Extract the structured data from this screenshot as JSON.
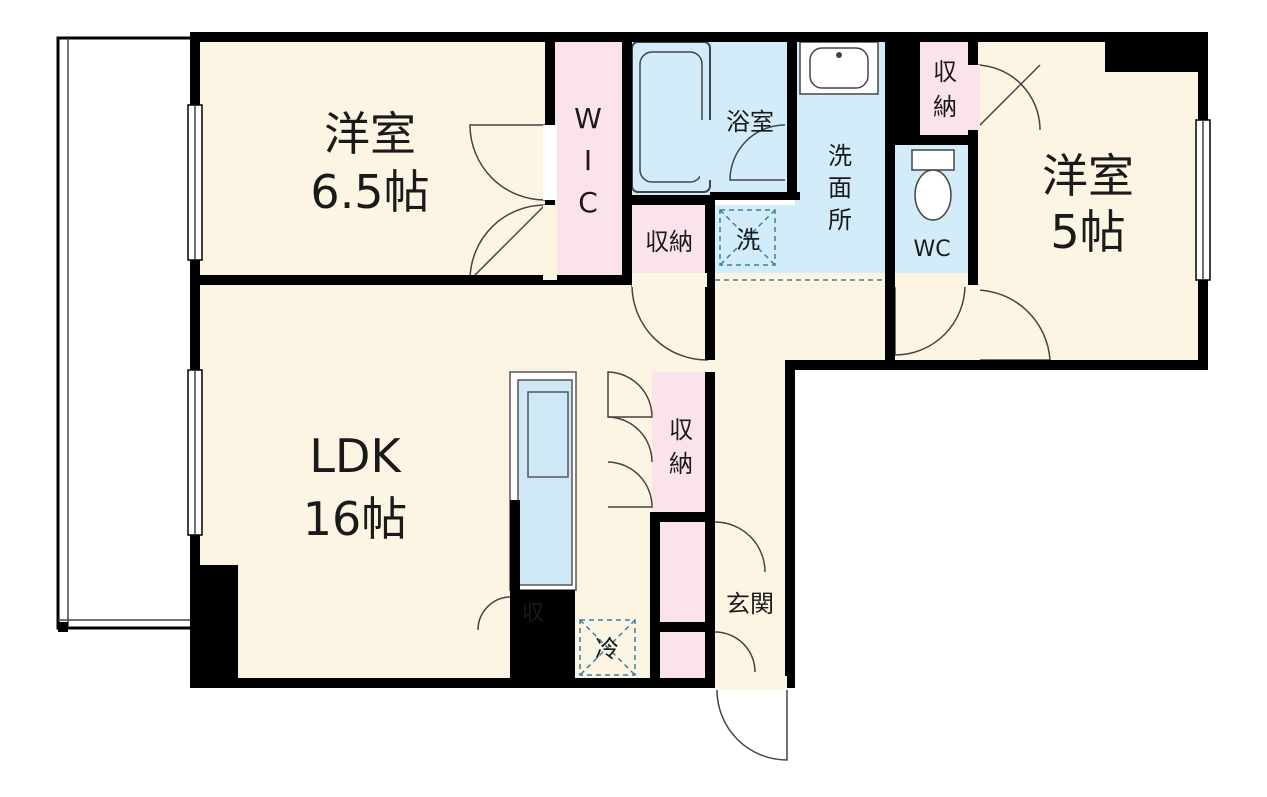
{
  "rooms": {
    "western_room_a": {
      "name": "洋室",
      "size": "6.5帖"
    },
    "western_room_b": {
      "name": "洋室",
      "size": "5帖"
    },
    "ldk": {
      "name": "LDK",
      "size": "16帖"
    },
    "wic": [
      "W",
      "I",
      "C"
    ],
    "bathroom": "浴室",
    "washroom": [
      "洗",
      "面",
      "所"
    ],
    "storage_mid": "収納",
    "laundry": "洗",
    "toilet": "WC",
    "storage_top_right": [
      "収",
      "納"
    ],
    "storage_kitchen": [
      "収",
      "納"
    ],
    "kitchen_storage_small": "収",
    "fridge": "冷",
    "entrance": "玄関"
  },
  "colors": {
    "floor": "#fdf5e3",
    "wet_area": "#d3ecf9",
    "storage": "#fbe3ea",
    "wall": "#000000"
  }
}
